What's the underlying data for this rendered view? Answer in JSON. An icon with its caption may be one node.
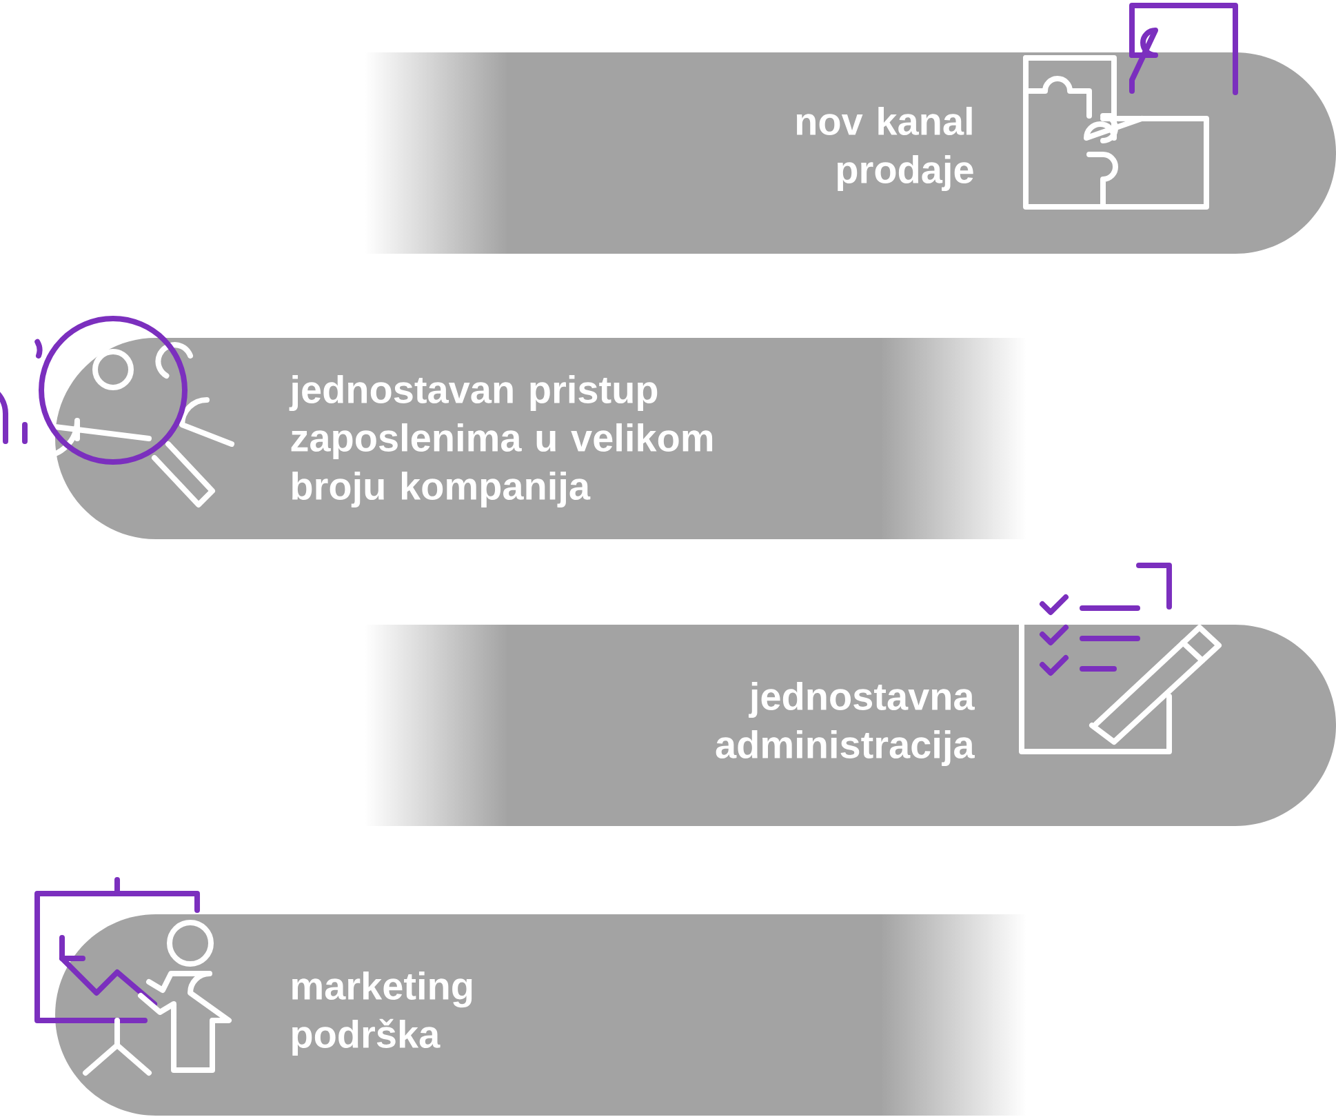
{
  "diagram": {
    "nodes": [
      {
        "text": [
          "nov kanal prodaje"
        ]
      },
      {
        "text": [
          "jednostavan pristup zaposlenima u velikom broju kompanija"
        ]
      },
      {
        "text": [
          "jednostavna administracija"
        ]
      },
      {
        "text": [
          "marketing podrška"
        ]
      }
    ]
  }
}
